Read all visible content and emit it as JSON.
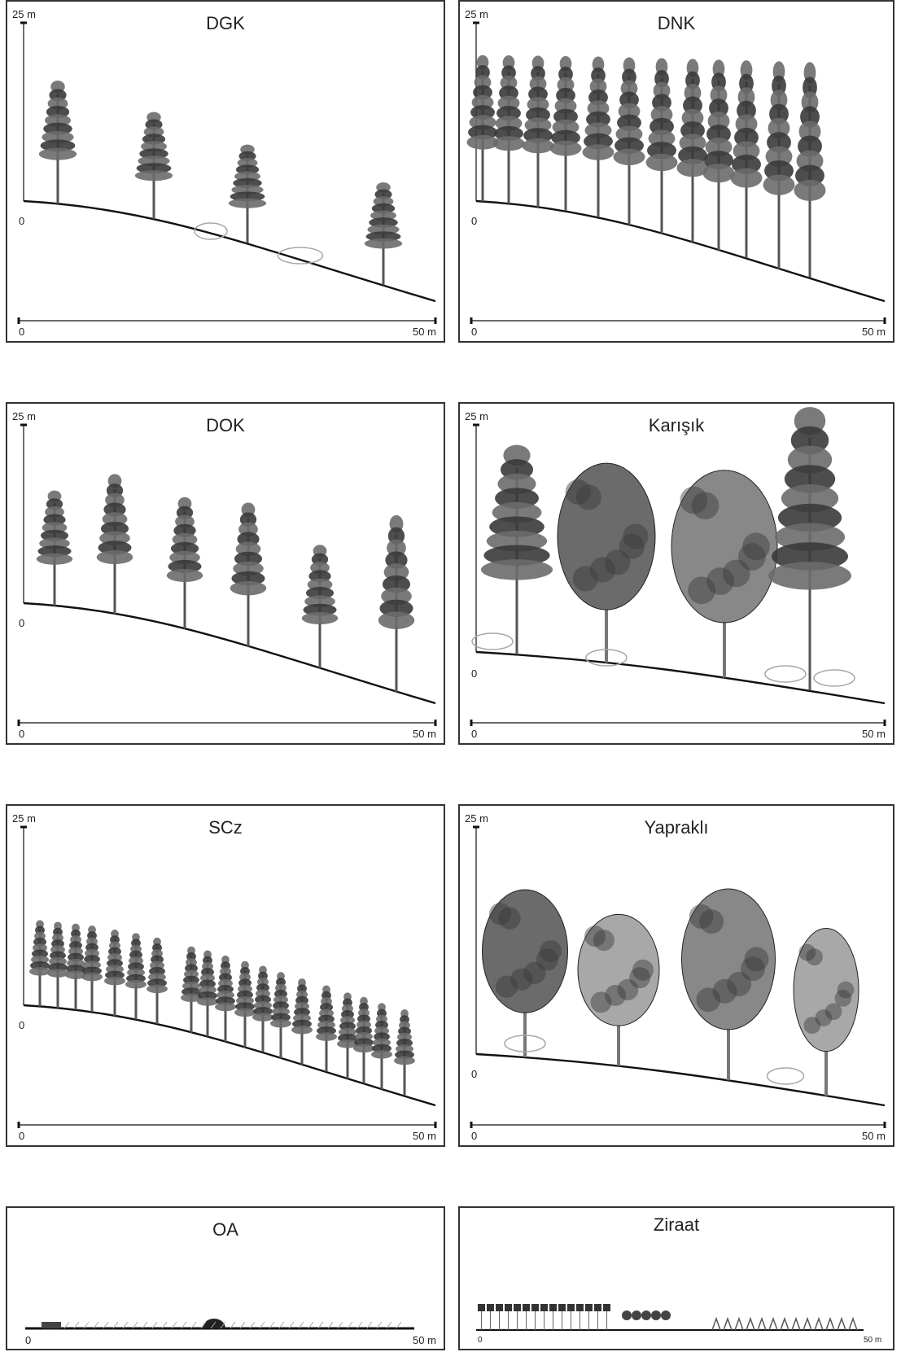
{
  "labels": {
    "height_max": "25 m",
    "zero": "0",
    "width_max": "50 m"
  },
  "panels": [
    {
      "title": "DGK"
    },
    {
      "title": "DNK"
    },
    {
      "title": "DOK"
    },
    {
      "title": "Karışık"
    },
    {
      "title": "SCz"
    },
    {
      "title": "Yapraklı"
    },
    {
      "title": "OA"
    },
    {
      "title": "Ziraat"
    }
  ],
  "colors": {
    "tree_dark": "#3a3a3a",
    "tree_mid": "#6b6b6b",
    "tree_light": "#a8a8a8",
    "line": "#111111"
  }
}
